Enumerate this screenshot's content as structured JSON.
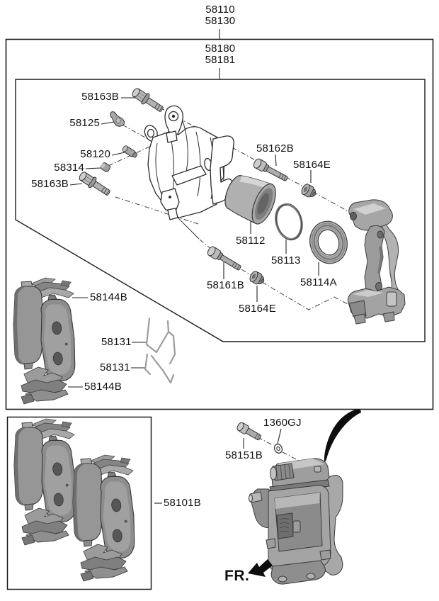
{
  "labels": {
    "assembly_no_1": "58110",
    "assembly_no_2": "58130",
    "sub_assembly_no_1": "58180",
    "sub_assembly_no_2": "58181",
    "guide_bolt_upper": "58163B",
    "pad_wear_clip": "58125",
    "bleeder_pin": "58120",
    "bleeder_cap": "58314",
    "guide_bolt_lower": "58163B",
    "guide_rod_upper": "58162B",
    "bushing_upper": "58164E",
    "piston": "58112",
    "piston_seal": "58113",
    "piston_boot": "58114A",
    "guide_rod_lower": "58161B",
    "bushing_lower": "58164E",
    "pad_shim_upper": "58144B",
    "pad_spring_upper": "58131",
    "pad_spring_lower": "58131",
    "pad_shim_lower": "58144B",
    "pad_kit": "58101B",
    "washer": "1360GJ",
    "bleeder_screw": "58151B",
    "front_marker": "FR."
  },
  "icons": {
    "caliper_body": "brake-caliper-line-art",
    "caliper_bracket": "caliper-carrier-shaded",
    "caliper_assembled": "assembled-caliper-shaded",
    "direction_arrow": "front-direction-arrow",
    "motion_swoosh": "rotation-swoosh"
  },
  "colors": {
    "outline": "#1a1a1a",
    "dash_line": "#3f3f3f",
    "metal_light": "#cfcfcf",
    "metal_mid": "#a8a8a8",
    "metal_dark": "#6f6f6f",
    "swoosh": "#0d0d0d",
    "background": "#ffffff"
  }
}
